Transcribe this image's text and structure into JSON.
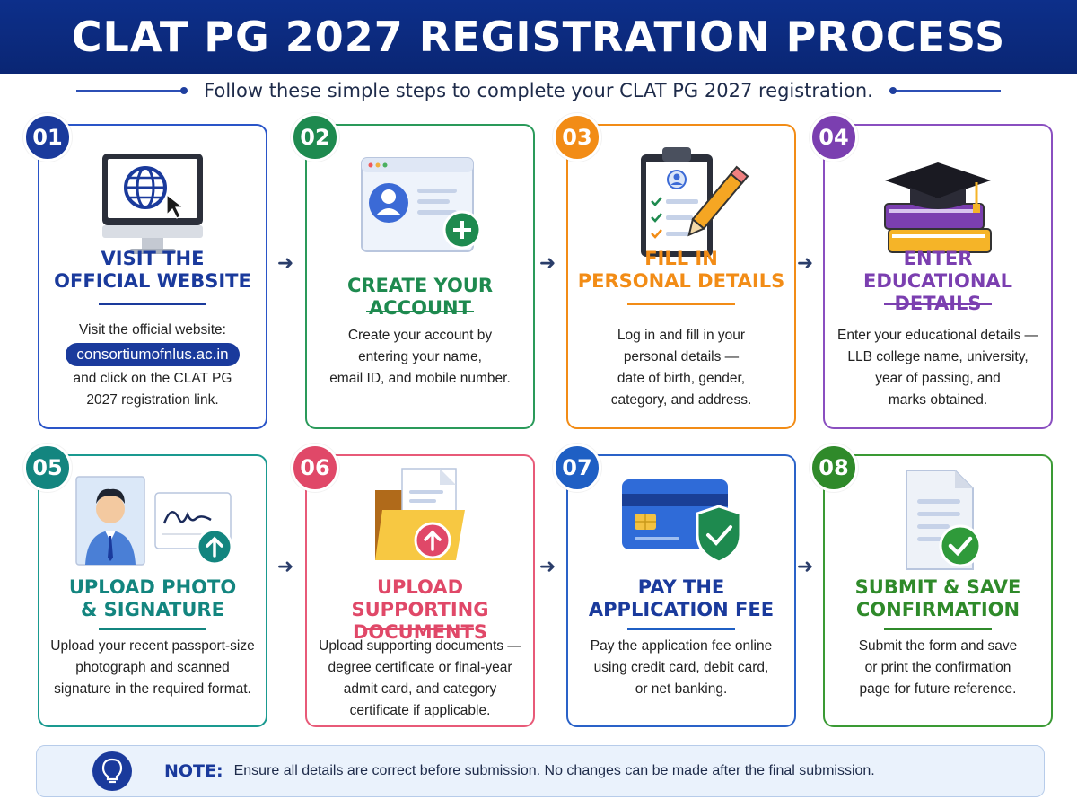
{
  "header": {
    "title": "CLAT PG 2027 REGISTRATION PROCESS"
  },
  "subtitle": "Follow these simple steps to complete your CLAT PG 2027 registration.",
  "colors": {
    "header_bg": "#0d2f8a",
    "step1": "#1a3a9c",
    "step2": "#1e8a4f",
    "step3": "#f28c16",
    "step4": "#7b3fb0",
    "step5": "#13857f",
    "step6": "#e04868",
    "step7": "#1f5fc4",
    "step8": "#2f8a2a"
  },
  "steps": [
    {
      "number": "01",
      "title_line1": "VISIT THE",
      "title_line2": "OFFICIAL WEBSITE",
      "desc_before": "Visit the official website:",
      "link": "consortiumofnlus.ac.in",
      "desc_after_1": "and click on the CLAT PG",
      "desc_after_2": "2027 registration link.",
      "icon": "computer-globe-icon"
    },
    {
      "number": "02",
      "title_line1": "CREATE YOUR ACCOUNT",
      "desc": [
        "Create your account by",
        "entering your name,",
        "email ID, and mobile number."
      ],
      "icon": "profile-add-icon"
    },
    {
      "number": "03",
      "title_line1": "FILL IN",
      "title_line2": "PERSONAL DETAILS",
      "desc": [
        "Log in and fill in your",
        "personal details —",
        "date of birth, gender,",
        "category, and address."
      ],
      "icon": "clipboard-pencil-icon"
    },
    {
      "number": "04",
      "title_line1": "ENTER EDUCATIONAL",
      "title_line2": "DETAILS",
      "desc": [
        "Enter your educational details —",
        "LLB college name, university,",
        "year of passing, and",
        "marks obtained."
      ],
      "icon": "graduation-books-icon"
    },
    {
      "number": "05",
      "title_line1": "UPLOAD PHOTO",
      "title_line2": "& SIGNATURE",
      "desc": [
        "Upload your recent passport-size",
        "photograph and scanned",
        "signature in the required format."
      ],
      "icon": "photo-signature-upload-icon"
    },
    {
      "number": "06",
      "title_line1": "UPLOAD SUPPORTING",
      "title_line2": "DOCUMENTS",
      "desc": [
        "Upload supporting documents —",
        "degree certificate or final-year",
        "admit card, and category",
        "certificate if applicable."
      ],
      "icon": "folder-upload-icon"
    },
    {
      "number": "07",
      "title_line1": "PAY THE",
      "title_line2": "APPLICATION FEE",
      "desc": [
        "Pay the application fee online",
        "using credit card, debit card,",
        "or net banking."
      ],
      "icon": "credit-card-shield-icon"
    },
    {
      "number": "08",
      "title_line1": "SUBMIT & SAVE",
      "title_line2": "CONFIRMATION",
      "desc": [
        "Submit the form and save",
        "or print the confirmation",
        "page for future reference."
      ],
      "icon": "document-check-icon"
    }
  ],
  "note": {
    "label": "NOTE:",
    "text": "Ensure all details are correct before submission. No changes can be made after the final submission.",
    "icon": "lightbulb-icon"
  }
}
